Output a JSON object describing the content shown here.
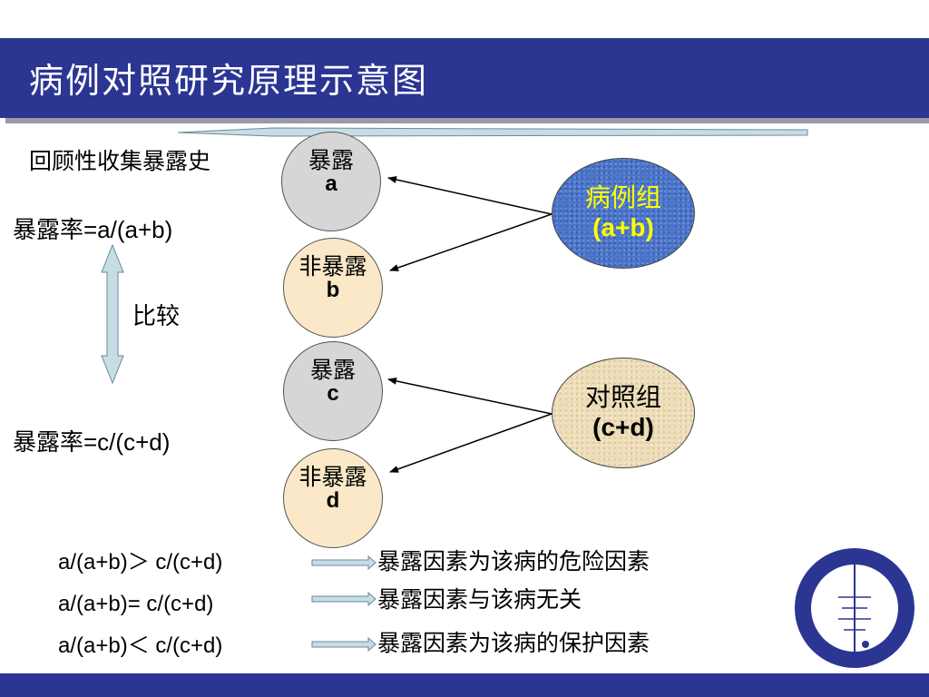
{
  "title": "病例对照研究原理示意图",
  "retrospective_label": "回顾性收集暴露史",
  "rate_case": "暴露率=a/(a+b)",
  "rate_control": "暴露率=c/(c+d)",
  "compare_label": "比较",
  "circles": [
    {
      "label": "暴露",
      "letter": "a"
    },
    {
      "label": "非暴露",
      "letter": "b"
    },
    {
      "label": "暴露",
      "letter": "c"
    },
    {
      "label": "非暴露",
      "letter": "d"
    }
  ],
  "case_group": {
    "name": "病例组",
    "count": "(a+b)"
  },
  "control_group": {
    "name": "对照组",
    "count": "(c+d)"
  },
  "conclusions": [
    {
      "condition": "a/(a+b)＞ c/(c+d)",
      "result": "暴露因素为该病的危险因素"
    },
    {
      "condition": "a/(a+b)= c/(c+d)",
      "result": "暴露因素与该病无关"
    },
    {
      "condition": "a/(a+b)＜ c/(c+d)",
      "result": "暴露因素为该病的保护因素"
    }
  ],
  "colors": {
    "title_bar": "#2b3592",
    "case_group_fill": "#4a74c8",
    "case_group_text": "#ffff00",
    "control_group_fill": "#ecdcb8",
    "exposed_fill": "#d6d6d6",
    "unexposed_fill": "#fbe8c8",
    "arrow_fill": "#c6dde6"
  }
}
